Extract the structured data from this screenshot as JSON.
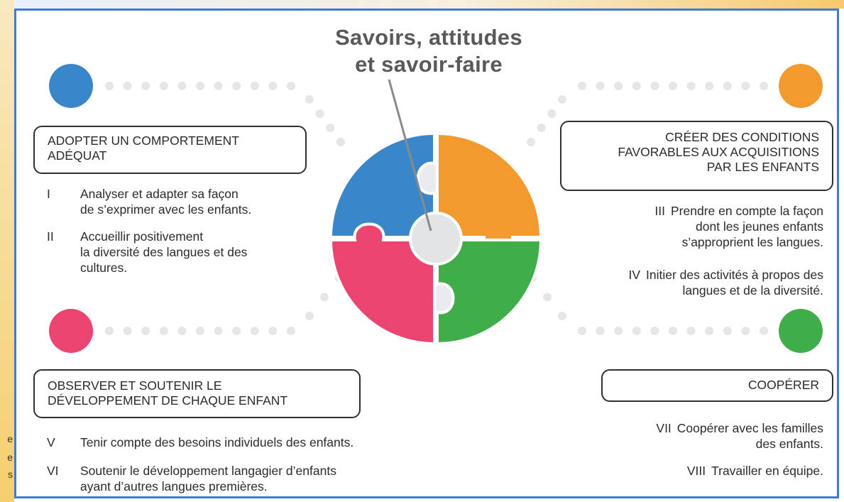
{
  "title": {
    "line1": "Savoirs, attitudes",
    "line2": "et savoir-faire"
  },
  "left_edge_letters": [
    "e",
    "e",
    "s"
  ],
  "colors": {
    "blue": "#3a86cb",
    "orange": "#f39a2f",
    "pink": "#ec4470",
    "green": "#3fae49",
    "center": "#e3e4e6",
    "dots": "#e4e6e9"
  },
  "sections": {
    "top_left": {
      "heading": [
        "ADOPTER UN COMPORTEMENT",
        "ADÉQUAT"
      ],
      "items": [
        {
          "num": "I",
          "lines": [
            "Analyser et adapter sa façon",
            "de s’exprimer avec les enfants."
          ]
        },
        {
          "num": "II",
          "lines": [
            "Accueillir positivement",
            "la diversité des langues et des",
            "cultures."
          ]
        }
      ]
    },
    "top_right": {
      "heading": [
        "CRÉER DES CONDITIONS",
        "FAVORABLES AUX ACQUISITIONS",
        "PAR LES ENFANTS"
      ],
      "items": [
        {
          "num": "III",
          "lines": [
            "Prendre en compte la façon",
            "dont les jeunes enfants",
            "s’approprient les langues."
          ]
        },
        {
          "num": "IV",
          "lines": [
            "Initier des activités à propos des",
            "langues et de la diversité."
          ]
        }
      ]
    },
    "bottom_left": {
      "heading": [
        "OBSERVER ET SOUTENIR LE",
        "DÉVELOPPEMENT DE CHAQUE ENFANT"
      ],
      "items": [
        {
          "num": "V",
          "lines": [
            "Tenir compte des besoins individuels des enfants."
          ]
        },
        {
          "num": "VI",
          "lines": [
            "Soutenir le développement langagier d’enfants",
            "ayant d’autres langues premières."
          ]
        }
      ]
    },
    "bottom_right": {
      "heading": [
        "COOPÉRER"
      ],
      "items": [
        {
          "num": "VII",
          "lines": [
            "Coopérer avec les familles",
            "des enfants."
          ]
        },
        {
          "num": "VIII",
          "lines": [
            "Travailler en équipe."
          ]
        }
      ]
    }
  }
}
